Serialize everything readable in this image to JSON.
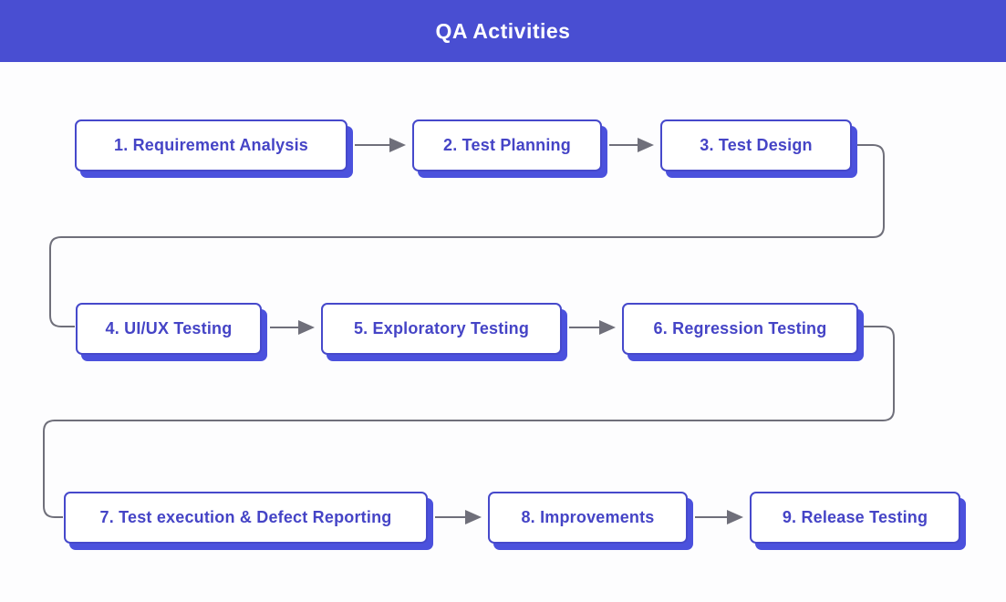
{
  "header": {
    "title": "QA Activities"
  },
  "diagram": {
    "type": "flowchart",
    "nodes": [
      {
        "id": "1",
        "label": "1. Requirement Analysis",
        "row": 1
      },
      {
        "id": "2",
        "label": "2. Test Planning",
        "row": 1
      },
      {
        "id": "3",
        "label": "3. Test Design",
        "row": 1
      },
      {
        "id": "4",
        "label": "4. UI/UX Testing",
        "row": 2
      },
      {
        "id": "5",
        "label": "5. Exploratory Testing",
        "row": 2
      },
      {
        "id": "6",
        "label": "6. Regression Testing",
        "row": 2
      },
      {
        "id": "7",
        "label": "7. Test execution & Defect Reporting",
        "row": 3
      },
      {
        "id": "8",
        "label": "8. Improvements",
        "row": 3
      },
      {
        "id": "9",
        "label": "9. Release Testing",
        "row": 3
      }
    ],
    "edges": [
      {
        "from": "1",
        "to": "2"
      },
      {
        "from": "2",
        "to": "3"
      },
      {
        "from": "3",
        "to": "4"
      },
      {
        "from": "4",
        "to": "5"
      },
      {
        "from": "5",
        "to": "6"
      },
      {
        "from": "6",
        "to": "7"
      },
      {
        "from": "7",
        "to": "8"
      },
      {
        "from": "8",
        "to": "9"
      }
    ],
    "colors": {
      "header_bg": "#494ED2",
      "header_text": "#ffffff",
      "node_bg": "#ffffff",
      "node_border": "#4649CB",
      "node_shadow": "#4B51DD",
      "node_text": "#4544C6",
      "connector": "#6F6F7A",
      "canvas_bg": "#fdfdfe"
    }
  }
}
